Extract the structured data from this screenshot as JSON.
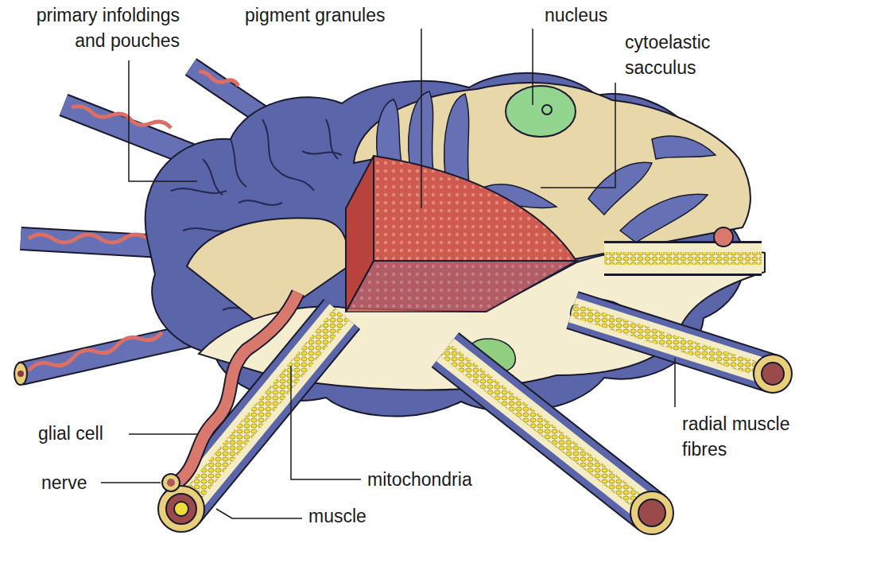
{
  "diagram": {
    "labels": [
      "primary infoldings and pouches",
      "pigment granules",
      "nucleus",
      "cytoelastic sacculus",
      "glial cell",
      "radial muscle fibres",
      "mitochondria",
      "nerve",
      "muscle"
    ]
  }
}
